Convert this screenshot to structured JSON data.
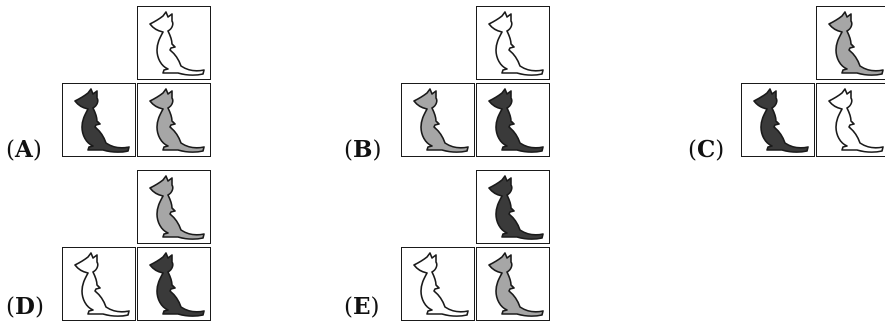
{
  "colors": {
    "dark": "#3a3a3a",
    "gray": "#a6a6a6",
    "white": "#ffffff",
    "outline": "#1a1a1a"
  },
  "options": [
    {
      "id": "A",
      "label_open": "(",
      "letter": "A",
      "label_close": ")",
      "top": "white",
      "bottom_left": "dark",
      "bottom_right": "gray"
    },
    {
      "id": "B",
      "label_open": "(",
      "letter": "B",
      "label_close": ")",
      "top": "white",
      "bottom_left": "gray",
      "bottom_right": "dark"
    },
    {
      "id": "C",
      "label_open": "(",
      "letter": "C",
      "label_close": ")",
      "top": "gray",
      "bottom_left": "dark",
      "bottom_right": "white"
    },
    {
      "id": "D",
      "label_open": "(",
      "letter": "D",
      "label_close": ")",
      "top": "gray",
      "bottom_left": "white",
      "bottom_right": "dark"
    },
    {
      "id": "E",
      "label_open": "(",
      "letter": "E",
      "label_close": ")",
      "top": "dark",
      "bottom_left": "white",
      "bottom_right": "gray"
    }
  ]
}
